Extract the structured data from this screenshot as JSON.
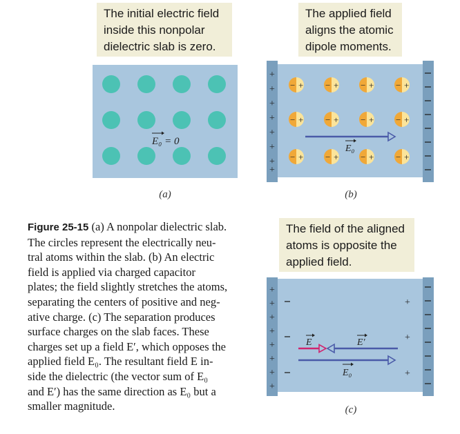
{
  "callouts": {
    "a": [
      "The initial electric field",
      "inside this nonpolar",
      "dielectric slab is zero."
    ],
    "b": [
      "The applied field",
      "aligns the atomic",
      "dipole moments."
    ],
    "c": [
      "The field of the aligned",
      "atoms is opposite the",
      "applied field."
    ]
  },
  "panel_labels": {
    "a": "(a)",
    "b": "(b)",
    "c": "(c)"
  },
  "field_labels": {
    "e0_zero": "E₀ = 0",
    "e0": "E₀",
    "e_prime": "E′",
    "e": "E"
  },
  "charge_signs": {
    "plus": "+",
    "minus": "−"
  },
  "caption": {
    "figure_label": "Figure 25-15",
    "lines": [
      " (a) A nonpolar dielectric slab.",
      "The circles represent the electrically neu-",
      "tral atoms within the slab. (b) An electric",
      "field is applied via charged capacitor",
      "plates; the field slightly stretches the atoms,",
      "separating the centers of positive and neg-",
      "ative charge. (c) The separation produces",
      "surface charges on the slab faces. These",
      "charges set up a field E′, which opposes the",
      "applied field E₀. The resultant field E in-",
      "side the dielectric (the vector sum of E₀",
      "and E′) has the same direction as E₀ but a",
      "smaller magnitude."
    ]
  },
  "colors": {
    "slab": "#a9c6de",
    "atom": "#4cc2b4",
    "plate": "#7a9fbd",
    "dipole_neg": "#f0a838",
    "dipole_pos": "#fbe49a",
    "field_arrow": "#4a5aa8",
    "resultant_arrow": "#d0246f",
    "callout_bg": "#f1eed8"
  }
}
